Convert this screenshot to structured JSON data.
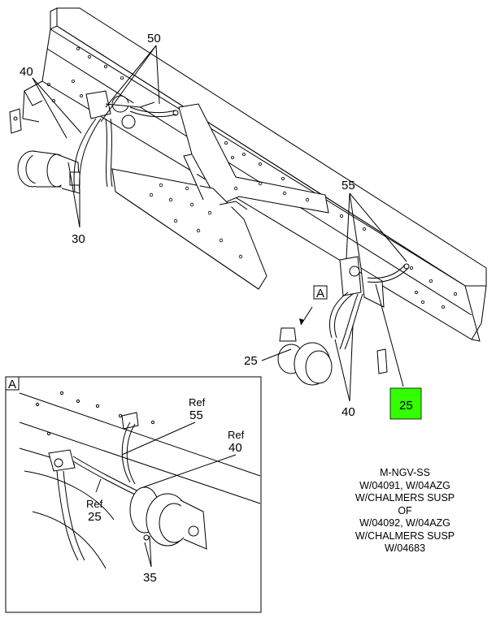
{
  "callouts": {
    "c50": "50",
    "c40_top": "40",
    "c30": "30",
    "c55": "55",
    "view_a": "A",
    "c25_left": "25",
    "c40_bottom": "40",
    "c25_highlight": "25"
  },
  "detail": {
    "label": "A",
    "ref55_word": "Ref",
    "ref55_num": "55",
    "ref40_word": "Ref",
    "ref40_num": "40",
    "ref25_word": "Ref",
    "ref25_num": "25",
    "c35": "35"
  },
  "notes": [
    "M-NGV-SS",
    "W/04091, W/04AZG",
    "W/CHALMERS SUSP",
    "OF",
    "W/04092, W/04AZG",
    "W/CHALMERS SUSP",
    "W/04683"
  ],
  "colors": {
    "highlight": "#33ff00",
    "line": "#000000"
  }
}
